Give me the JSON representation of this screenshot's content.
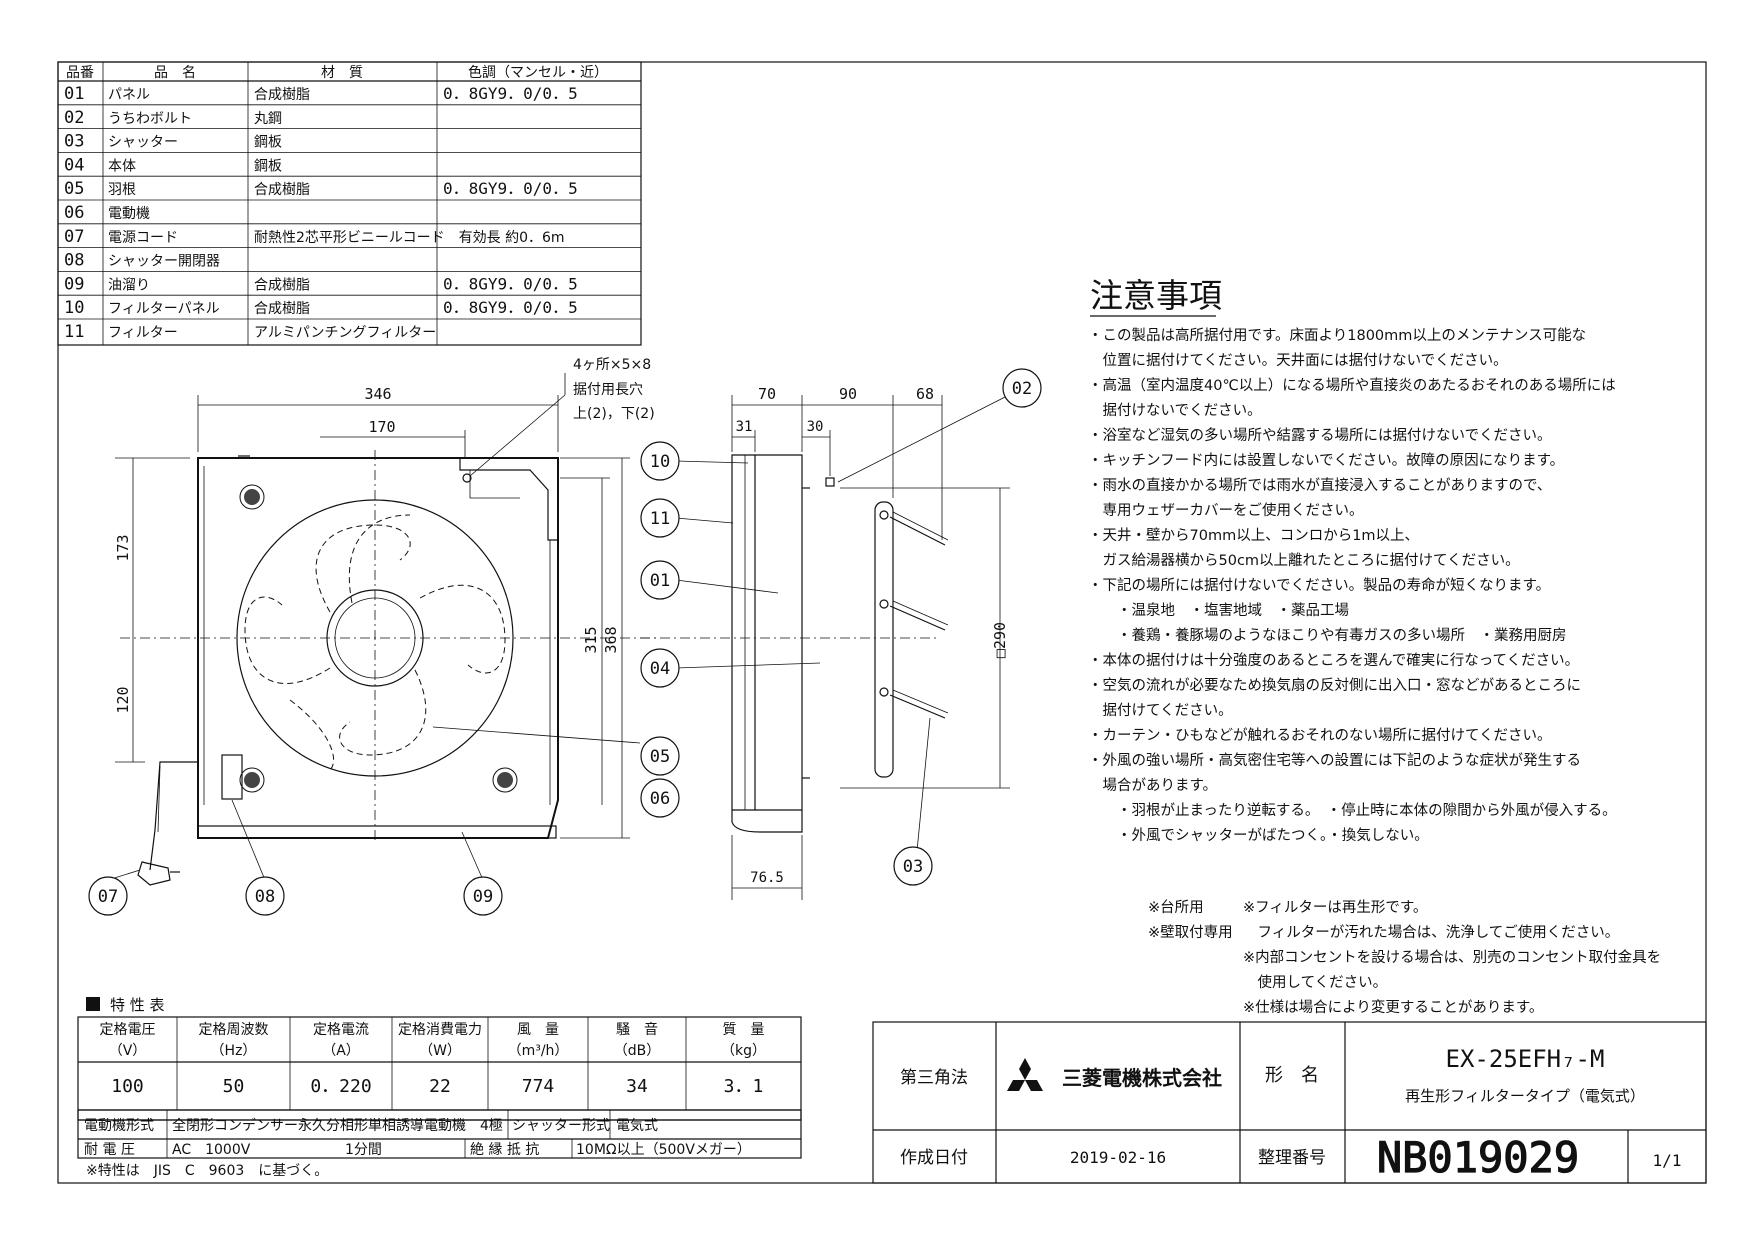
{
  "parts_table": {
    "headers": [
      "品番",
      "品　名",
      "材　質",
      "色調（マンセル・近）"
    ],
    "rows": [
      {
        "no": "01",
        "name": "パネル",
        "material": "合成樹脂",
        "color": "0．8GY9．0/0．5"
      },
      {
        "no": "02",
        "name": "うちわボルト",
        "material": "丸鋼",
        "color": ""
      },
      {
        "no": "03",
        "name": "シャッター",
        "material": "鋼板",
        "color": ""
      },
      {
        "no": "04",
        "name": "本体",
        "material": "鋼板",
        "color": ""
      },
      {
        "no": "05",
        "name": "羽根",
        "material": "合成樹脂",
        "color": "0．8GY9．0/0．5"
      },
      {
        "no": "06",
        "name": "電動機",
        "material": "",
        "color": ""
      },
      {
        "no": "07",
        "name": "電源コード",
        "material": "耐熱性2芯平形ビニールコード　有効長 約0．6m",
        "color": ""
      },
      {
        "no": "08",
        "name": "シャッター開閉器",
        "material": "",
        "color": ""
      },
      {
        "no": "09",
        "name": "油溜り",
        "material": "合成樹脂",
        "color": "0．8GY9．0/0．5"
      },
      {
        "no": "10",
        "name": "フィルターパネル",
        "material": "合成樹脂",
        "color": "0．8GY9．0/0．5"
      },
      {
        "no": "11",
        "name": "フィルター",
        "material": "アルミパンチングフィルター",
        "color": ""
      }
    ]
  },
  "drawing": {
    "hole_note_1": "4ヶ所×5×8",
    "hole_note_2": "据付用長穴",
    "hole_note_3": "上(2)，下(2)",
    "dims": {
      "width": "346",
      "half_width": "170",
      "upper": "173",
      "lower": "120",
      "inner_height": "315",
      "outer_height": "368",
      "depth_a": "70",
      "depth_b": "90",
      "depth_c": "68",
      "depth_d": "31",
      "depth_e": "30",
      "bottom_depth": "76.5",
      "opening": "□290"
    },
    "callouts": [
      "01",
      "02",
      "03",
      "04",
      "05",
      "06",
      "07",
      "08",
      "09",
      "10",
      "11"
    ]
  },
  "notes": {
    "title": "注意事項",
    "lines": [
      "・この製品は高所据付用です。床面より1800mm以上のメンテナンス可能な",
      "　位置に据付けてください。天井面には据付けないでください。",
      "・高温（室内温度40℃以上）になる場所や直接炎のあたるおそれのある場所には",
      "　据付けないでください。",
      "・浴室など湿気の多い場所や結露する場所には据付けないでください。",
      "・キッチンフード内には設置しないでください。故障の原因になります。",
      "・雨水の直接かかる場所では雨水が直接浸入することがありますので、",
      "　専用ウェザーカバーをご使用ください。",
      "・天井・壁から70mm以上、コンロから1m以上、",
      "　ガス給湯器横から50cm以上離れたところに据付けてください。",
      "・下記の場所には据付けないでください。製品の寿命が短くなります。",
      "　　・温泉地　・塩害地域　・薬品工場",
      "　　・養鶏・養豚場のようなほこりや有毒ガスの多い場所　・業務用厨房",
      "・本体の据付けは十分強度のあるところを選んで確実に行なってください。",
      "・空気の流れが必要なため換気扇の反対側に出入口・窓などがあるところに",
      "　据付けてください。",
      "・カーテン・ひもなどが触れるおそれのない場所に据付けてください。",
      "・外風の強い場所・高気密住宅等への設置には下記のような症状が発生する",
      "　場合があります。",
      "　　・羽根が止まったり逆転する。　・停止時に本体の隙間から外風が侵入する。",
      "　　・外風でシャッターがばたつく。・換気しない。"
    ]
  },
  "remarks": {
    "left": [
      "※台所用",
      "※壁取付専用"
    ],
    "right": [
      "※フィルターは再生形です。",
      "　フィルターが汚れた場合は、洗浄してご使用ください。",
      "※内部コンセントを設ける場合は、別売のコンセント取付金具を",
      "　使用してください。",
      "※仕様は場合により変更することがあります。"
    ]
  },
  "spec_table": {
    "title": "特 性 表",
    "headers": [
      {
        "top": "定格電圧",
        "bottom": "（V）"
      },
      {
        "top": "定格周波数",
        "bottom": "（Hz）"
      },
      {
        "top": "定格電流",
        "bottom": "（A）"
      },
      {
        "top": "定格消費電力",
        "bottom": "（W）"
      },
      {
        "top": "風　量",
        "bottom": "（m³/h）"
      },
      {
        "top": "騒　音",
        "bottom": "（dB）"
      },
      {
        "top": "質　量",
        "bottom": "（kg）"
      }
    ],
    "values": [
      "100",
      "50",
      "0．220",
      "22",
      "774",
      "34",
      "3．1"
    ],
    "motor_label": "電動機形式",
    "motor_value": "全閉形コンデンサー永久分相形単相誘導電動機　4極",
    "shutter_label": "シャッター形式",
    "shutter_value": "電気式",
    "voltage_label": "耐 電 圧",
    "voltage_value": "AC　1000V",
    "voltage_time": "1分間",
    "insulation_label": "絶 縁 抵 抗",
    "insulation_value": "10MΩ以上（500Vメガー）",
    "footnote": "※特性は　JIS　C　9603　に基づく。"
  },
  "title_block": {
    "projection": "第三角法",
    "company": "三菱電機株式会社",
    "model_label": "形　名",
    "model": "EX-25EFH₇-M",
    "model_sub": "再生形フィルタータイプ（電気式）",
    "date_label": "作成日付",
    "date": "2019-02-16",
    "number_label": "整理番号",
    "number": "NB019029",
    "page": "1/1"
  }
}
